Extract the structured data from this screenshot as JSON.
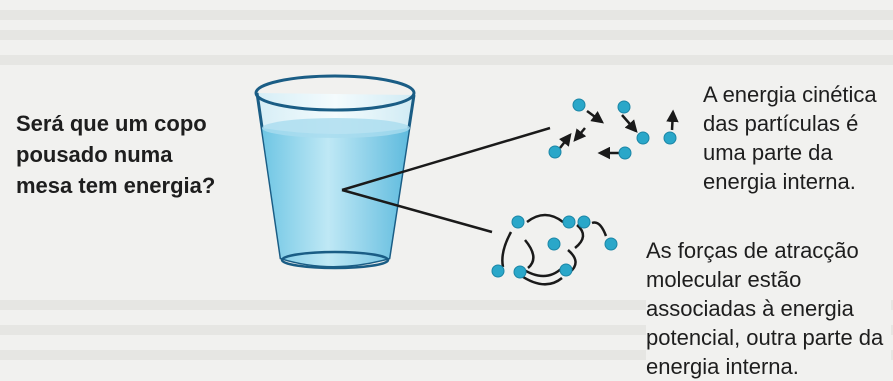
{
  "question": "Será que um copo pousado numa mesa tem energia?",
  "kinetic_caption": "A energia cinética das partículas é uma parte da energia interna.",
  "forces_caption": "As forças de atracção molecular estão associadas à energia potencial, outra parte da energia interna.",
  "colors": {
    "particle": "#2aa7c9",
    "arrow": "#1a1a1a",
    "glass_water": "#8fd3ea",
    "glass_outline": "#1a5d85"
  },
  "icons": [
    "glass-of-water-icon",
    "moving-particles-icon",
    "bonded-particles-icon"
  ]
}
